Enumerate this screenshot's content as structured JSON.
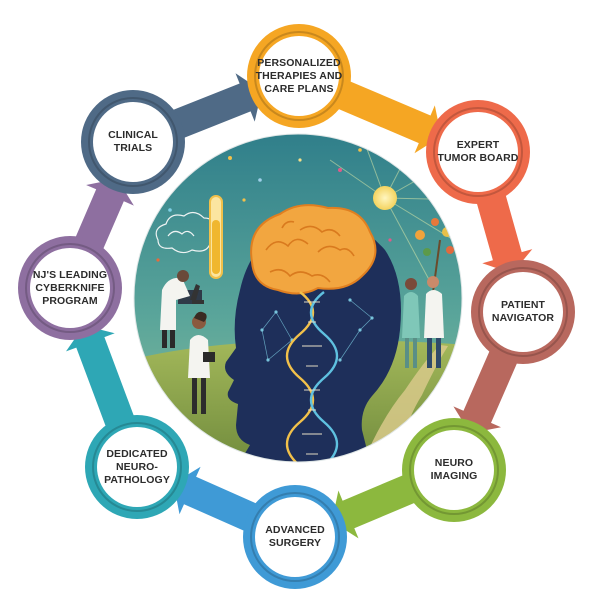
{
  "diagram": {
    "nodes": [
      {
        "id": "personalized-therapies",
        "lines": [
          "PERSONALIZED",
          "THERAPIES AND",
          "CARE PLANS"
        ],
        "color": "#F5A623"
      },
      {
        "id": "expert-tumor-board",
        "lines": [
          "EXPERT",
          "TUMOR BOARD"
        ],
        "color": "#EE6A4A"
      },
      {
        "id": "patient-navigator",
        "lines": [
          "PATIENT",
          "NAVIGATOR"
        ],
        "color": "#B8685E"
      },
      {
        "id": "neuro-imaging",
        "lines": [
          "NEURO",
          "IMAGING"
        ],
        "color": "#8CB83E"
      },
      {
        "id": "advanced-surgery",
        "lines": [
          "ADVANCED",
          "SURGERY"
        ],
        "color": "#3F9AD6"
      },
      {
        "id": "dedicated-neuro-pathology",
        "lines": [
          "DEDICATED",
          "NEURO-",
          "PATHOLOGY"
        ],
        "color": "#2EA7B5"
      },
      {
        "id": "cyberknife-program",
        "lines": [
          "NJ'S LEADING",
          "CYBERKNIFE",
          "PROGRAM"
        ],
        "color": "#8E6FA0"
      },
      {
        "id": "clinical-trials",
        "lines": [
          "CLINICAL",
          "TRIALS"
        ],
        "color": "#4F6A86"
      }
    ]
  }
}
